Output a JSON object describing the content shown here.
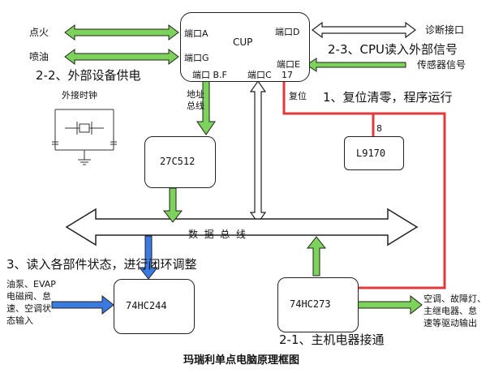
{
  "cpu": {
    "title": "CUP",
    "port_a": "端口A",
    "port_g": "端口G",
    "port_d": "端口D",
    "port_e": "端口E",
    "port_bf": "端口 B.F",
    "port_c": "端口C",
    "pin17": "17"
  },
  "inputs_left": {
    "ignition": "点火",
    "injection": "喷油"
  },
  "right_io": {
    "diag": "诊断接口",
    "sensor": "传感器信号"
  },
  "clock_label": "外接时钟",
  "address_bus": "地址\n总线",
  "reset_label": "复位",
  "pin8": "8",
  "chips": {
    "eprom": "27C512",
    "l9170": "L9170",
    "buf": "74HC244",
    "latch": "74HC273"
  },
  "data_bus": "数  据  总  线",
  "buf_inputs": "油泵、EVAP\n电磁阀、怠\n速、空调状\n态输入",
  "latch_outputs": "空调、故障灯、\n主继电器、怠\n速等驱动输出",
  "annotations": {
    "a1": "1、复位清零，程序运行",
    "a21": "2-1、主机电器接通",
    "a22": "2-2、外部设备供电",
    "a23": "2-3、CPU读入外部信号",
    "a3": "3、读入各部件状态，进行闭环调整"
  },
  "caption": "玛瑞利单点电脑原理框图",
  "colors": {
    "green": "#7cd25a",
    "red": "#e23a3a",
    "blue": "#3b7ae0",
    "outline": "#222222"
  }
}
